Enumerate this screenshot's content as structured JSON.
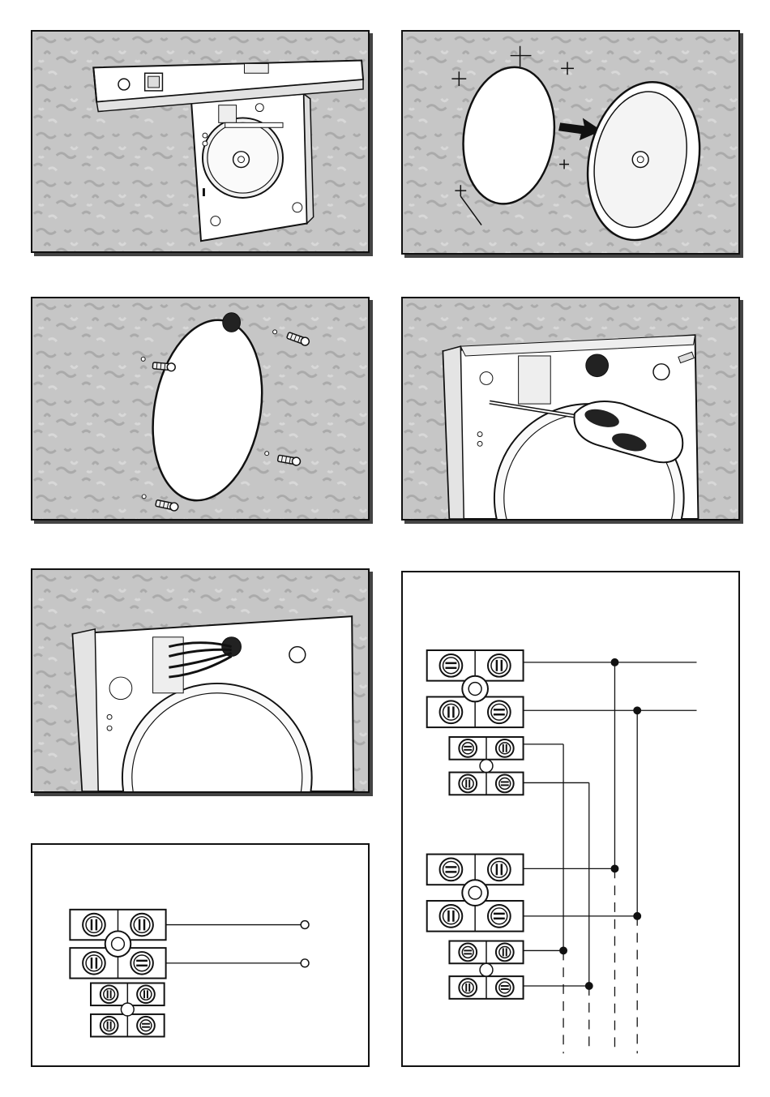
{
  "document": {
    "type": "installation-instructions",
    "panels": [
      {
        "id": "panel-1",
        "depicts": "spirit-level-on-fan-housing"
      },
      {
        "id": "panel-2",
        "depicts": "mark-holes-and-cut-opening"
      },
      {
        "id": "panel-3",
        "depicts": "wall-plugs-and-cable-grommet"
      },
      {
        "id": "panel-4",
        "depicts": "screwdriver-fixing-housing"
      },
      {
        "id": "panel-5",
        "depicts": "wires-connected-to-terminal-block"
      },
      {
        "id": "panel-6",
        "depicts": "single-fan-wiring-diagram"
      },
      {
        "id": "panel-7",
        "depicts": "multi-fan-wiring-diagram"
      }
    ]
  },
  "icons": [
    "spirit-level-icon",
    "screwdriver-icon",
    "wall-plug-icon",
    "terminal-block-icon",
    "arrow-right-icon"
  ],
  "colors": {
    "wall": "#c9c9c9",
    "wall_texture": "#b3b3b3",
    "line": "#111111",
    "panel_shadow": "#444444"
  }
}
